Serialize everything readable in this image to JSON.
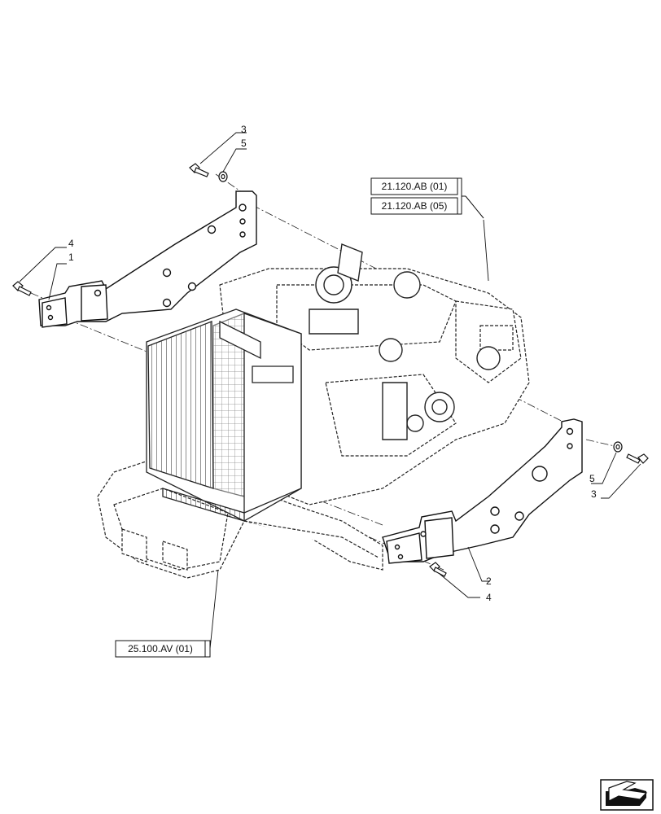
{
  "refs": {
    "ref_1": "21.120.AB (01)",
    "ref_2": "21.120.AB (05)",
    "ref_3": "25.100.AV (01)"
  },
  "callouts": {
    "c_3_top": "3",
    "c_5_top": "5",
    "c_4_left": "4",
    "c_1_left": "1",
    "c_5_right": "5",
    "c_3_right": "3",
    "c_2_bottom": "2",
    "c_4_bottom": "4"
  },
  "icons": {
    "nav": "next-page-arrow-icon"
  },
  "colors": {
    "line": "#111111",
    "background": "#ffffff"
  }
}
